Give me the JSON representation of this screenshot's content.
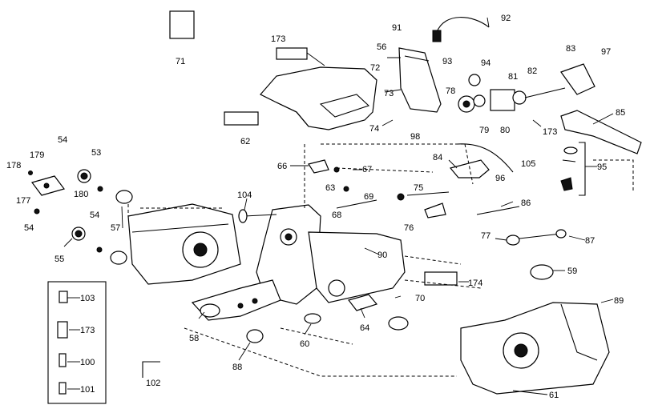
{
  "labels": [
    "71",
    "173",
    "91",
    "92",
    "93",
    "56",
    "72",
    "73",
    "74",
    "98",
    "94",
    "81",
    "82",
    "83",
    "97",
    "78",
    "79",
    "80",
    "85",
    "62",
    "54",
    "53",
    "179",
    "178",
    "180",
    "177",
    "66",
    "67",
    "104",
    "63",
    "69",
    "68",
    "84",
    "75",
    "76",
    "86",
    "96",
    "105",
    "95",
    "57",
    "55",
    "77",
    "87",
    "90",
    "174",
    "59",
    "89",
    "70",
    "58",
    "60",
    "64",
    "88",
    "102",
    "103",
    "100",
    "101",
    "61"
  ]
}
